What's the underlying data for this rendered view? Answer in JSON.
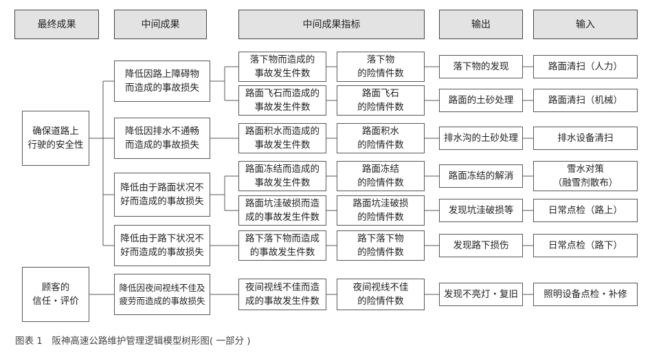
{
  "headers": {
    "final": "最终成果",
    "intermediate": "中间成果",
    "indicators": "中间成果指标",
    "output": "输出",
    "input": "输入"
  },
  "final_outcomes": [
    "确保道路上\n行驶的安全性",
    "顾客的\n信任・评价"
  ],
  "intermediate_outcomes": [
    "降低因路上障碍物\n而造成的事故损失",
    "降低因排水不通畅\n而造成的事故损失",
    "降低由于路面状况不\n好而造成的事故损失",
    "降低由于路下状况不\n好而造成的事故损失",
    "降低因夜间视线不佳及\n疲劳而造成的事故损失"
  ],
  "indicator_accidents": [
    "落下物而造成的\n事故发生件数",
    "路面飞石而造成的\n事故发生件数",
    "路面积水而造成的\n事故发生件数",
    "路面冻结而造成的\n事故发生件数",
    "路面坑洼破损而造\n成的事故发生件数",
    "路下落下物而造成\n的事故发生件数",
    "夜间视线不佳而造\n成的事故发生件数"
  ],
  "indicator_incidents": [
    "落下物\n的险情件数",
    "路面飞石\n的险情件数",
    "路面积水\n的险情件数",
    "路面冻结\n的险情件数",
    "路面坑洼破损\n的险情件数",
    "路下落下物\n的险情件数",
    "夜间视线不佳\n的险情件数"
  ],
  "outputs": [
    "落下物的发现",
    "路面的土砂处理",
    "排水沟的土砂处理",
    "路面冻结的解消",
    "发现坑洼破损等",
    "发现路下损伤",
    "发现不亮灯・复旧"
  ],
  "inputs": [
    "路面清扫（人力）",
    "路面清扫（机械）",
    "排水设备清扫",
    "雪水对策\n（融雪剂散布）",
    "日常点检（路上）",
    "日常点检（路下）",
    "照明设备点检・补修"
  ],
  "caption": "图表 1　阪神高速公路维护管理逻辑模型树形图( 一部分 )"
}
